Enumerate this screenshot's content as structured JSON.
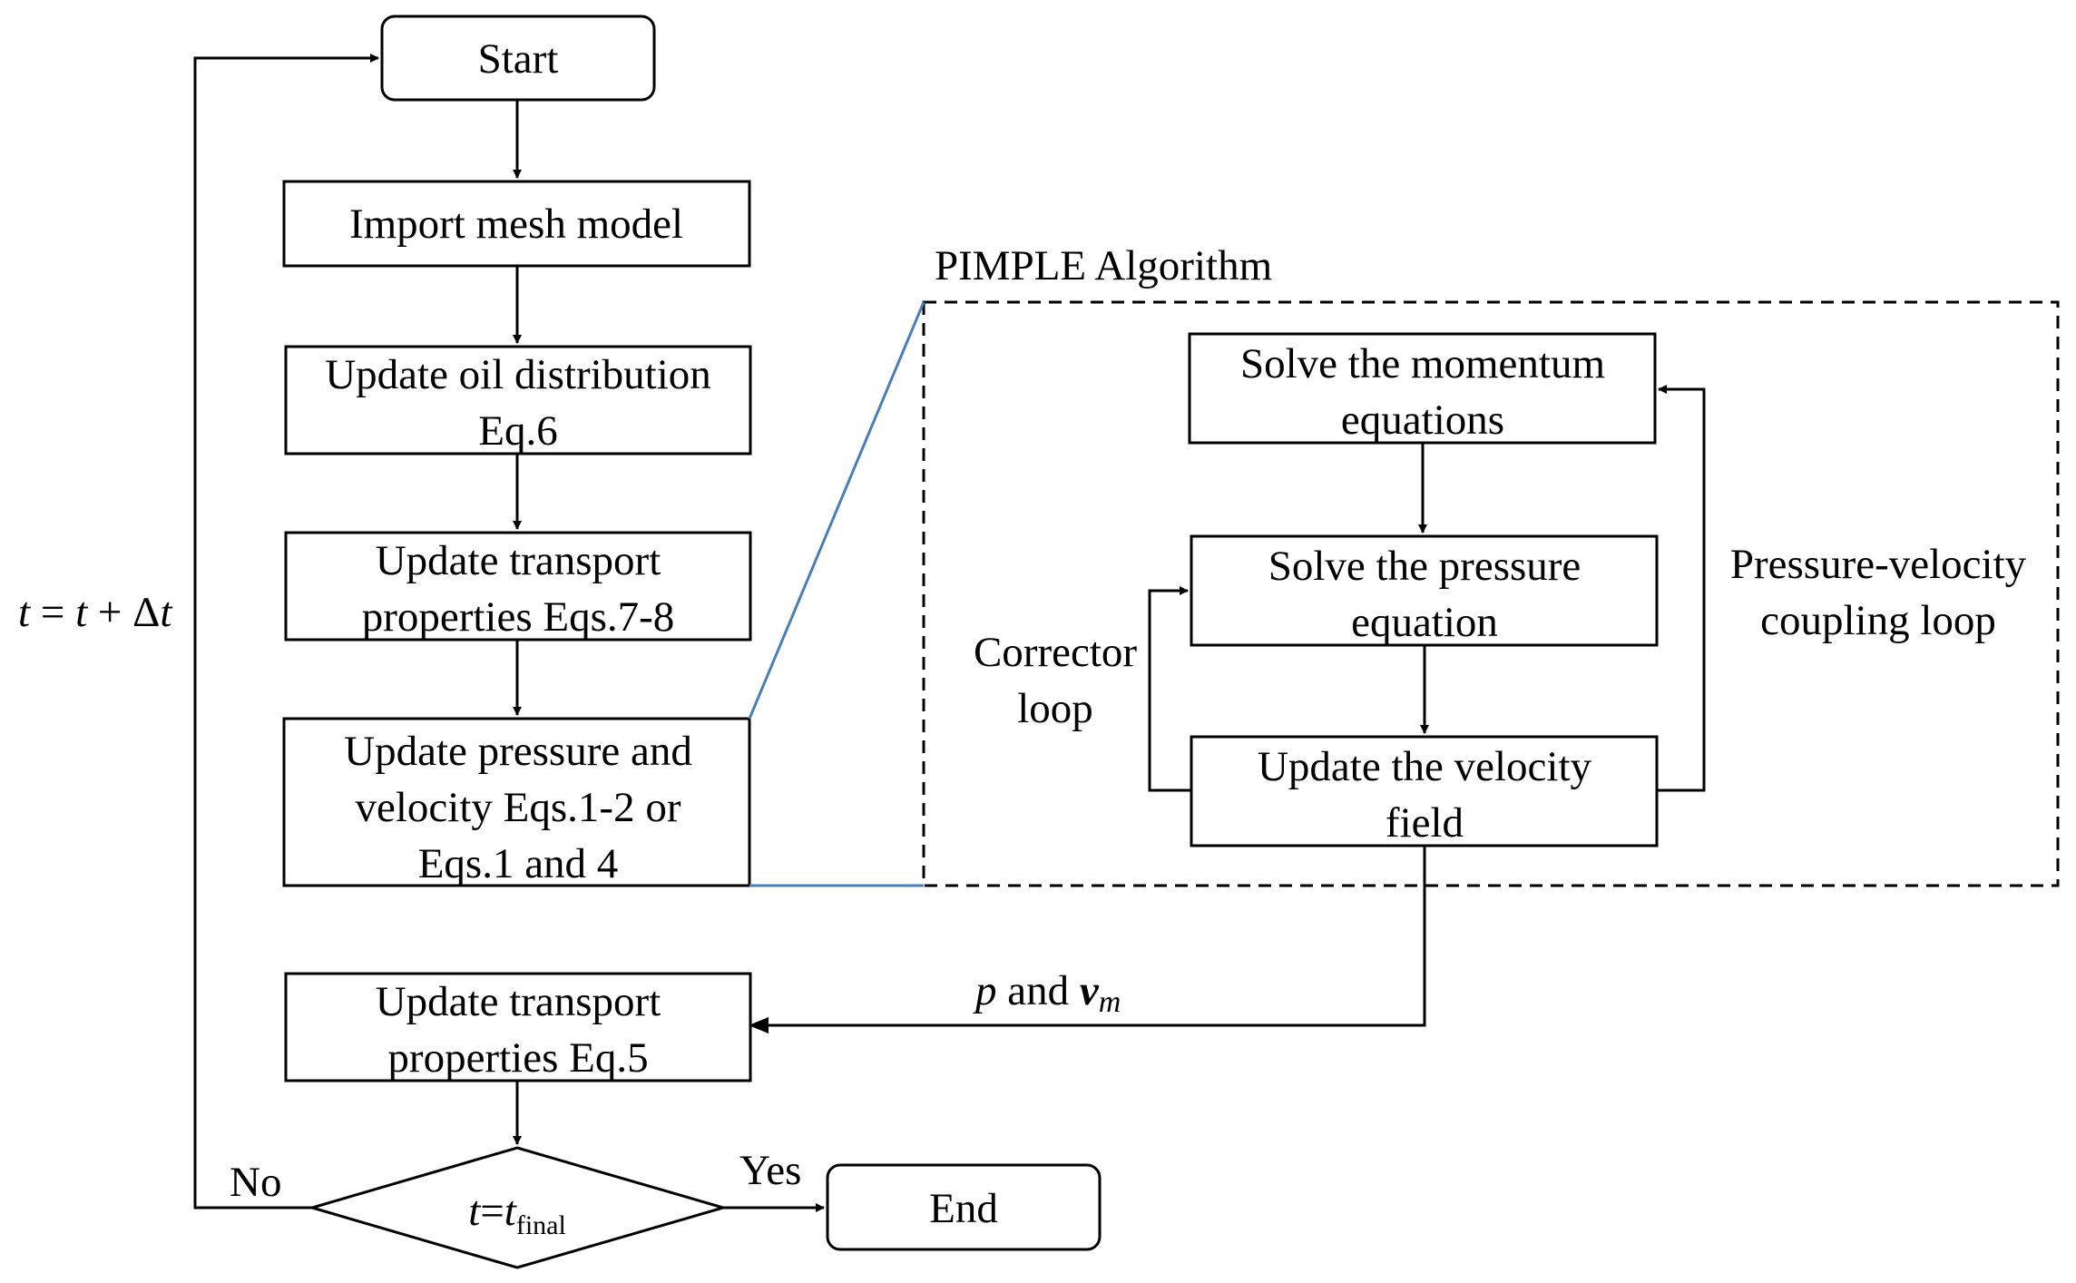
{
  "nodes": {
    "start": "Start",
    "import": "Import mesh model",
    "oil": [
      "Update oil distribution",
      "Eq.6"
    ],
    "transport1": [
      "Update transport",
      "properties Eqs.7-8"
    ],
    "pv": [
      "Update pressure and",
      "velocity Eqs.1-2 or",
      "Eqs.1 and 4"
    ],
    "transport2": [
      "Update transport",
      "properties Eq.5"
    ],
    "decision": {
      "var": "t",
      "eq": "=",
      "var2": "t",
      "sub": "final"
    },
    "end": "End",
    "momentum": [
      "Solve the momentum",
      "equations"
    ],
    "pressure": [
      "Solve the pressure",
      "equation"
    ],
    "velocity": [
      "Update the velocity",
      "field"
    ]
  },
  "labels": {
    "pimple_title": "PIMPLE Algorithm",
    "time_update": {
      "lhs": "t",
      "eq": " = ",
      "rhs": "t",
      "plus": " + Δ",
      "t": "t"
    },
    "corrector": [
      "Corrector",
      "loop"
    ],
    "coupling": [
      "Pressure-velocity",
      "coupling loop"
    ],
    "p_and_v": {
      "p": "p",
      "and": " and ",
      "v": "v",
      "sub": "m"
    },
    "no": "No",
    "yes": "Yes"
  },
  "colors": {
    "line": "#000000",
    "zoom_line": "#4a7ebb"
  }
}
